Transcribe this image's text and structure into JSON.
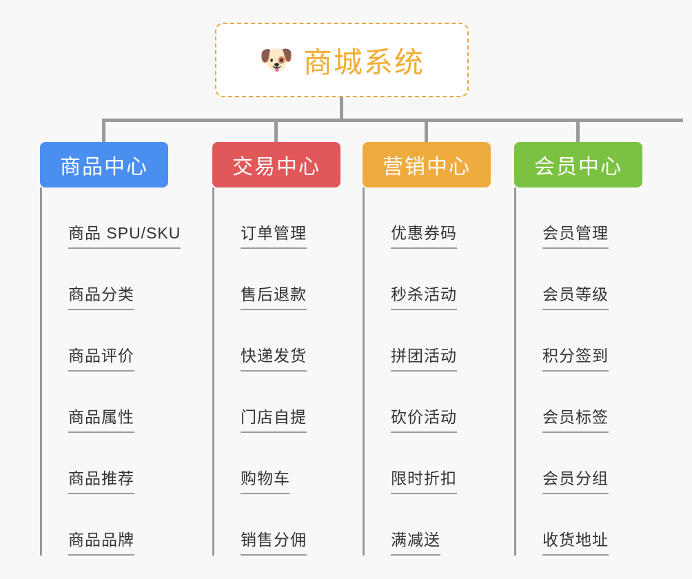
{
  "canvas": {
    "background_color": "#f8f8f8",
    "line_color": "#9a9a9a"
  },
  "root": {
    "icon": "dog-face-emoji",
    "emoji": "🐶",
    "title": "商城系统",
    "border_color": "#e8a63e",
    "text_color": "#f0ad36",
    "background_color": "#ffffff"
  },
  "branches": [
    {
      "id": "product-center",
      "label": "商品中心",
      "color": "#4a8ef0",
      "items": [
        {
          "label": "商品 SPU/SKU"
        },
        {
          "label": "商品分类"
        },
        {
          "label": "商品评价"
        },
        {
          "label": "商品属性"
        },
        {
          "label": "商品推荐"
        },
        {
          "label": "商品品牌"
        }
      ]
    },
    {
      "id": "trade-center",
      "label": "交易中心",
      "color": "#e0585a",
      "items": [
        {
          "label": "订单管理"
        },
        {
          "label": "售后退款"
        },
        {
          "label": "快递发货"
        },
        {
          "label": "门店自提"
        },
        {
          "label": "购物车"
        },
        {
          "label": "销售分佣"
        }
      ]
    },
    {
      "id": "marketing-center",
      "label": "营销中心",
      "color": "#eeab3e",
      "items": [
        {
          "label": "优惠券码"
        },
        {
          "label": "秒杀活动"
        },
        {
          "label": "拼团活动"
        },
        {
          "label": "砍价活动"
        },
        {
          "label": "限时折扣"
        },
        {
          "label": "满减送"
        }
      ]
    },
    {
      "id": "member-center",
      "label": "会员中心",
      "color": "#7cc242",
      "items": [
        {
          "label": "会员管理"
        },
        {
          "label": "会员等级"
        },
        {
          "label": "积分签到"
        },
        {
          "label": "会员标签"
        },
        {
          "label": "会员分组"
        },
        {
          "label": "收货地址"
        }
      ]
    }
  ]
}
